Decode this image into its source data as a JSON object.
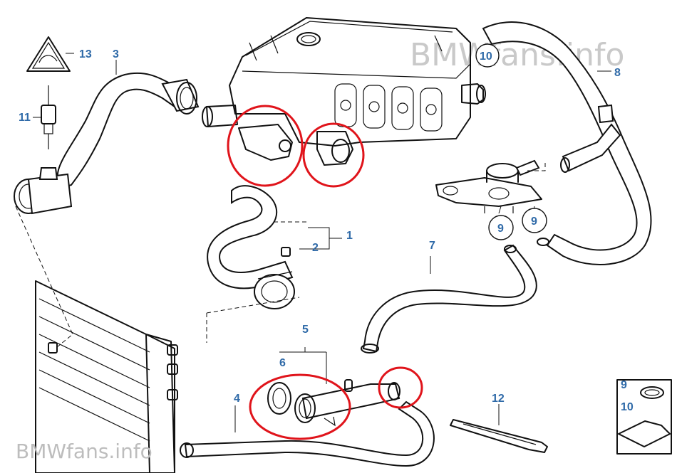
{
  "watermarks": {
    "top": "BMWfans.info",
    "bottom": "BMWfans.info"
  },
  "callouts": {
    "c1": "1",
    "c2": "2",
    "c3": "3",
    "c4": "4",
    "c5": "5",
    "c6": "6",
    "c7": "7",
    "c8": "8",
    "c9a": "9",
    "c9b": "9",
    "c10": "10",
    "c11": "11",
    "c12": "12",
    "c13": "13",
    "inset9": "9",
    "inset10": "10"
  },
  "colors": {
    "callout": "#2f6aa8",
    "highlight": "#e0141b",
    "line": "#111111"
  }
}
